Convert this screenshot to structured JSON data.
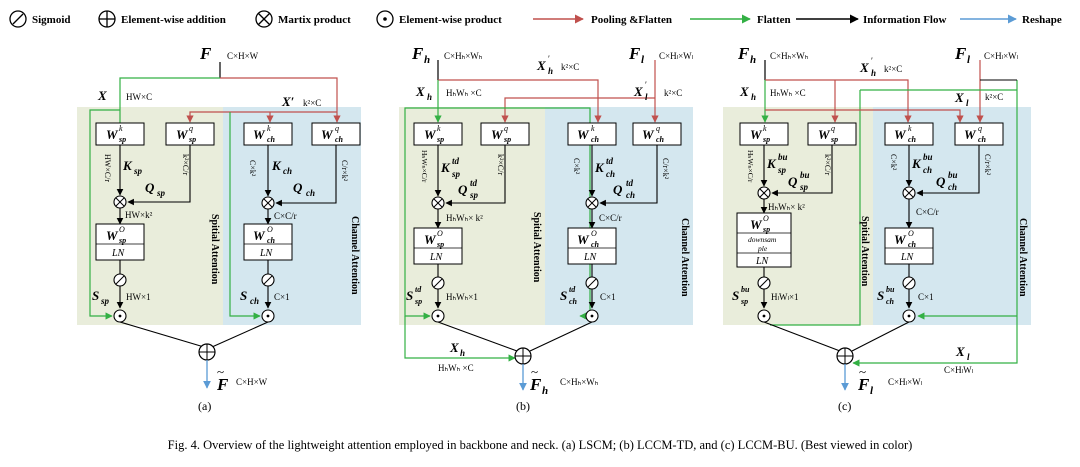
{
  "legend": {
    "sigmoid": "Sigmoid",
    "addition": "Element-wise addition",
    "matrix": "Martix product",
    "product": "Element-wise product",
    "pool": "Pooling &Flatten",
    "flatten": "Flatten",
    "info": "Information Flow",
    "reshape": "Reshape"
  },
  "colors": {
    "red": "#c0504d",
    "green": "#33b044",
    "blue": "#5b9bd5",
    "spatial_bg": "#e9eddb",
    "channel_bg": "#d4e7ef"
  },
  "a": {
    "input": "F",
    "input_dim": "C×H×W",
    "x": "X",
    "x_dim": "HW×C",
    "xp": "X′",
    "xp_dim": "k²×C",
    "w_sp_k": "W",
    "w_sp_k_sub": "sp",
    "w_sp_k_sup": "k",
    "w_sp_q": "W",
    "w_sp_q_sub": "sp",
    "w_sp_q_sup": "q",
    "w_ch_k": "W",
    "w_ch_k_sub": "ch",
    "w_ch_k_sup": "k",
    "w_ch_q": "W",
    "w_ch_q_sub": "ch",
    "w_ch_q_sup": "q",
    "k_sp": "K",
    "k_sp_sub": "sp",
    "q_sp": "Q",
    "q_sp_sub": "sp",
    "k_ch": "K",
    "k_ch_sub": "ch",
    "q_ch": "Q",
    "q_ch_sub": "ch",
    "v1": "HW×C/r",
    "v2": "k²×C/r",
    "v3": "C×k²",
    "v4": "C/r×k²",
    "m_sp_dim": "HW×k²",
    "m_ch_dim": "C×C/r",
    "wo_sp": "W",
    "wo_sp_sub": "sp",
    "wo_sp_sup": "O",
    "wo_ch": "W",
    "wo_ch_sub": "ch",
    "wo_ch_sup": "O",
    "ln": "LN",
    "s_sp": "S",
    "s_sp_sub": "sp",
    "s_sp_dim": "HW×1",
    "s_ch": "S",
    "s_ch_sub": "ch",
    "s_ch_dim": "C×1",
    "spatial_label": "Spitial Attention",
    "channel_label": "Channel Attention",
    "out": "F",
    "out_dim": "C×H×W",
    "label": "(a)"
  },
  "b": {
    "fh": "F",
    "fh_sub": "h",
    "fh_dim": "C×Hₕ×Wₕ",
    "fl": "F",
    "fl_sub": "l",
    "fl_dim": "C×Hₗ×Wₗ",
    "xh": "X",
    "xh_sub": "h",
    "xh_dim": "HₕWₕ ×C",
    "xhp": "X",
    "xhp_sub": "h",
    "xhp_sup": "′",
    "xhp_dim": "k²×C",
    "xlp": "X",
    "xlp_sub": "l",
    "xlp_sup": "′",
    "xlp_dim": "k²×C",
    "k_sp": "K",
    "k_sp_sub": "sp",
    "k_sp_sup": "td",
    "q_sp": "Q",
    "q_sp_sub": "sp",
    "q_sp_sup": "td",
    "k_ch": "K",
    "k_ch_sub": "ch",
    "k_ch_sup": "td",
    "q_ch": "Q",
    "q_ch_sub": "ch",
    "q_ch_sup": "td",
    "v1": "HₕWₕ×C/r",
    "v2": "k²×C/r",
    "v3": "C×k²",
    "v4": "C/r×k²",
    "m_sp_dim": "HₕWₕ× k²",
    "m_ch_dim": "C×C/r",
    "s_sp": "S",
    "s_sp_sub": "sp",
    "s_sp_sup": "td",
    "s_sp_dim": "HₕWₕ×1",
    "s_ch": "S",
    "s_ch_sub": "ch",
    "s_ch_sup": "td",
    "s_ch_dim": "C×1",
    "xh2": "X",
    "xh2_sub": "h",
    "xh2_dim": "HₕWₕ ×C",
    "out": "F",
    "out_sub": "h",
    "out_dim": "C×Hₕ×Wₕ",
    "label": "(b)"
  },
  "c": {
    "fh": "F",
    "fh_sub": "h",
    "fh_dim": "C×Hₕ×Wₕ",
    "fl": "F",
    "fl_sub": "l",
    "fl_dim": "C×Hₗ×Wₗ",
    "xh": "X",
    "xh_sub": "h",
    "xh_dim": "HₕWₕ ×C",
    "xhp": "X",
    "xhp_sub": "h",
    "xhp_sup": "′",
    "xhp_dim": "k²×C",
    "xl": "X",
    "xl_sub": "l",
    "xl_dim": "k²×C",
    "k_sp": "K",
    "k_sp_sub": "sp",
    "k_sp_sup": "bu",
    "q_sp": "Q",
    "q_sp_sub": "sp",
    "q_sp_sup": "bu",
    "k_ch": "K",
    "k_ch_sub": "ch",
    "k_ch_sup": "bu",
    "q_ch": "Q",
    "q_ch_sub": "ch",
    "q_ch_sup": "bu",
    "v1": "HₕWₕ×C/r",
    "v2": "k²×C/r",
    "v3": "C×k²",
    "v4": "C/r×k²",
    "m_sp_dim": "HₕWₕ× k²",
    "m_ch_dim": "C×C/r",
    "downsample": "downsam",
    "downsample2": "ple",
    "s_sp": "S",
    "s_sp_sub": "sp",
    "s_sp_sup": "bu",
    "s_sp_dim": "HₗWₗ×1",
    "s_ch": "S",
    "s_ch_sub": "ch",
    "s_ch_sup": "bu",
    "s_ch_dim": "C×1",
    "xl2": "X",
    "xl2_sub": "l",
    "xl2_dim": "C×HₗWₗ",
    "out": "F",
    "out_sub": "l",
    "out_dim": "C×Hₗ×Wₗ",
    "label": "(c)"
  },
  "caption": "Fig. 4.  Overview of the lightweight attention employed in backbone and neck. (a) LSCM; (b) LCCM-TD, and (c) LCCM-BU. (Best viewed in color)"
}
